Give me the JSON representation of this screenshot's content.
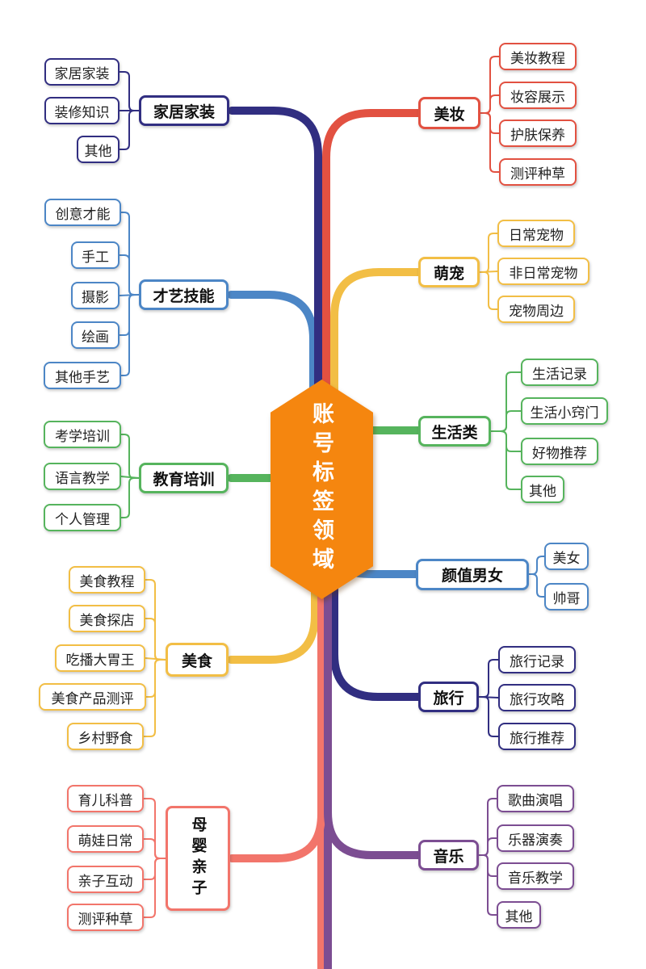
{
  "center": {
    "label": "账号标签领域",
    "color": "#F5860F"
  },
  "palette": {
    "navy": "#312E81",
    "blue": "#4C86C6",
    "green": "#56B45D",
    "yellow": "#F2BE45",
    "salmon": "#F2756B",
    "red": "#E25141",
    "purple": "#7C4D92"
  },
  "branches": [
    {
      "label": "家居家装",
      "color": "#312E81",
      "side": "left",
      "children": [
        "家居家装",
        "装修知识",
        "其他"
      ]
    },
    {
      "label": "才艺技能",
      "color": "#4C86C6",
      "side": "left",
      "children": [
        "创意才能",
        "手工",
        "摄影",
        "绘画",
        "其他手艺"
      ]
    },
    {
      "label": "教育培训",
      "color": "#56B45D",
      "side": "left",
      "children": [
        "考学培训",
        "语言教学",
        "个人管理"
      ]
    },
    {
      "label": "美食",
      "color": "#F2BE45",
      "side": "left",
      "children": [
        "美食教程",
        "美食探店",
        "吃播大胃王",
        "美食产品测评",
        "乡村野食"
      ]
    },
    {
      "label": "母婴亲子",
      "color": "#F2756B",
      "side": "left",
      "children": [
        "育儿科普",
        "萌娃日常",
        "亲子互动",
        "测评种草"
      ]
    },
    {
      "label": "美妆",
      "color": "#E25141",
      "side": "right",
      "children": [
        "美妆教程",
        "妆容展示",
        "护肤保养",
        "测评种草"
      ]
    },
    {
      "label": "萌宠",
      "color": "#F2BE45",
      "side": "right",
      "children": [
        "日常宠物",
        "非日常宠物",
        "宠物周边"
      ]
    },
    {
      "label": "生活类",
      "color": "#56B45D",
      "side": "right",
      "children": [
        "生活记录",
        "生活小窍门",
        "好物推荐",
        "其他"
      ]
    },
    {
      "label": "颜值男女",
      "color": "#4C86C6",
      "side": "right",
      "children": [
        "美女",
        "帅哥"
      ]
    },
    {
      "label": "旅行",
      "color": "#312E81",
      "side": "right",
      "children": [
        "旅行记录",
        "旅行攻略",
        "旅行推荐"
      ]
    },
    {
      "label": "音乐",
      "color": "#7C4D92",
      "side": "right",
      "children": [
        "歌曲演唱",
        "乐器演奏",
        "音乐教学",
        "其他"
      ]
    }
  ]
}
